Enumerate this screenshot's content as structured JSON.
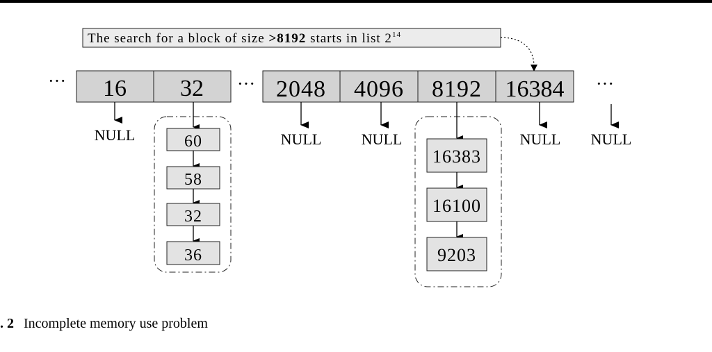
{
  "annotation": {
    "text_before": "The search for a block of size ",
    "size_bold": ">8192",
    "text_after": " starts in list 2",
    "exponent": "14"
  },
  "ellipsis": "···",
  "null_label": "NULL",
  "size_lists": {
    "left": [
      "16",
      "32"
    ],
    "right": [
      "2048",
      "4096",
      "8192",
      "16384"
    ]
  },
  "chains": {
    "list_32": [
      "60",
      "58",
      "32",
      "36"
    ],
    "list_8192": [
      "16383",
      "16100",
      "9203"
    ]
  },
  "caption": {
    "figure_number": ". 2",
    "text": "Incomplete memory use problem"
  },
  "colors": {
    "box_fill": "#d3d3d3",
    "annotation_fill": "#ececec",
    "stroke": "#222222"
  }
}
